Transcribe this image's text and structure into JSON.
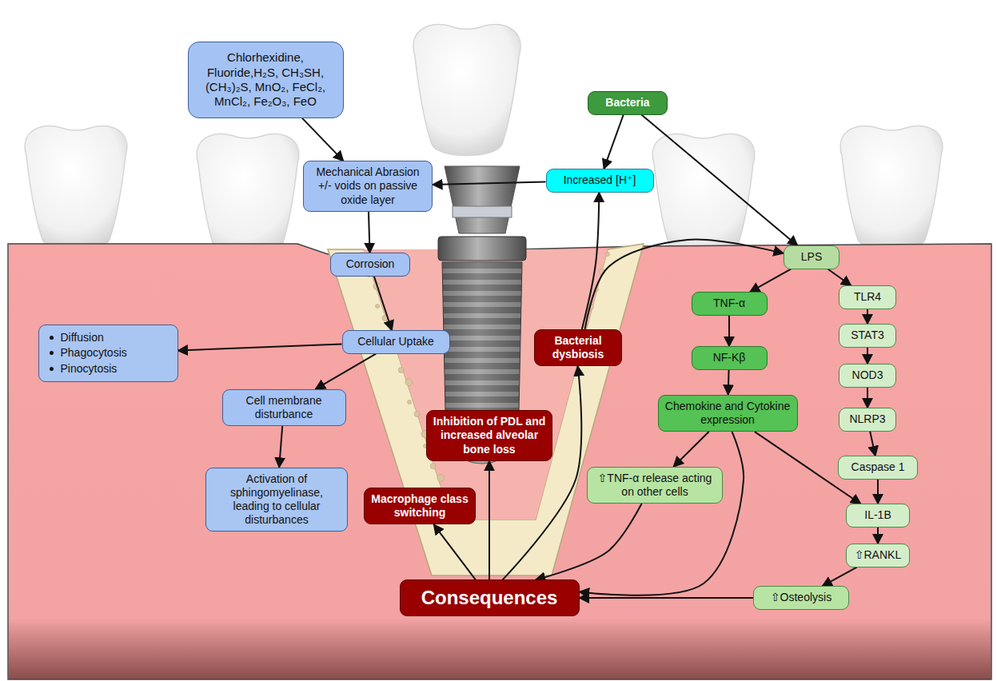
{
  "diagram": {
    "nodes": [
      {
        "text": [
          "Chlorhexidine, Fluoride,H₂S, CH₃SH, (CH₃)₂S, MnO₂, FeCl₂, MnCl₂, Fe₂O₃, FeO"
        ]
      },
      {
        "text": [
          "Bacteria"
        ]
      },
      {
        "text": [
          "Mechanical Abrasion +/- voids on passive oxide layer"
        ]
      },
      {
        "text": [
          "Increased [H⁺]"
        ]
      },
      {
        "text": [
          "Corrosion"
        ]
      },
      {
        "text": [
          "LPS"
        ]
      },
      {
        "text": [
          "TNF-α"
        ]
      },
      {
        "text": [
          "TLR4"
        ]
      },
      {
        "text": [
          "Diffusion",
          "Phagocytosis",
          "Pinocytosis"
        ]
      },
      {
        "text": [
          "Cellular Uptake"
        ]
      },
      {
        "text": [
          "Bacterial dysbiosis"
        ]
      },
      {
        "text": [
          "NF-Kβ"
        ]
      },
      {
        "text": [
          "STAT3"
        ]
      },
      {
        "text": [
          "NOD3"
        ]
      },
      {
        "text": [
          "Cell membrane disturbance"
        ]
      },
      {
        "text": [
          "Chemokine and Cytokine expression"
        ]
      },
      {
        "text": [
          "NLRP3"
        ]
      },
      {
        "text": [
          "Inhibition of PDL and increased alveolar bone loss"
        ]
      },
      {
        "text": [
          "Caspase 1"
        ]
      },
      {
        "text": [
          "Activation of sphingomyelinase, leading to cellular disturbances"
        ]
      },
      {
        "text": [
          "⇧TNF-α release acting on other cells"
        ]
      },
      {
        "text": [
          "Macrophage class switching"
        ]
      },
      {
        "text": [
          "IL-1B"
        ]
      },
      {
        "text": [
          "⇧RANKL"
        ]
      },
      {
        "text": [
          "Consequences"
        ]
      },
      {
        "text": [
          "⇧Osteolysis"
        ]
      }
    ],
    "edges": [
      {
        "from": 0,
        "to": 2,
        "arrow": "to"
      },
      {
        "from": 1,
        "to": 3,
        "arrow": "to"
      },
      {
        "from": 1,
        "to": 5,
        "arrow": "to"
      },
      {
        "from": 3,
        "to": 2,
        "arrow": "to"
      },
      {
        "from": 2,
        "to": 4,
        "arrow": "to"
      },
      {
        "from": 4,
        "to": 9,
        "arrow": "to"
      },
      {
        "from": 9,
        "to": 8,
        "arrow": "to"
      },
      {
        "from": 9,
        "to": 14,
        "arrow": "to"
      },
      {
        "from": 14,
        "to": 19,
        "arrow": "to"
      },
      {
        "from": 5,
        "to": 6,
        "arrow": "to"
      },
      {
        "from": 5,
        "to": 7,
        "arrow": "to"
      },
      {
        "from": 6,
        "to": 11,
        "arrow": "to"
      },
      {
        "from": 11,
        "to": 15,
        "arrow": "to"
      },
      {
        "from": 15,
        "to": 20,
        "arrow": "to"
      },
      {
        "from": 15,
        "to": 22,
        "arrow": "to"
      },
      {
        "from": 15,
        "to": 24,
        "arrow": "to"
      },
      {
        "from": 20,
        "to": 24,
        "arrow": "to"
      },
      {
        "from": 7,
        "to": 12,
        "arrow": "to"
      },
      {
        "from": 12,
        "to": 13,
        "arrow": "to"
      },
      {
        "from": 13,
        "to": 16,
        "arrow": "to"
      },
      {
        "from": 16,
        "to": 18,
        "arrow": "to"
      },
      {
        "from": 18,
        "to": 22,
        "arrow": "to"
      },
      {
        "from": 22,
        "to": 23,
        "arrow": "to"
      },
      {
        "from": 23,
        "to": 25,
        "arrow": "to"
      },
      {
        "from": 25,
        "to": 24,
        "arrow": "to"
      },
      {
        "from": 24,
        "to": 21,
        "arrow": "to"
      },
      {
        "from": 24,
        "to": 17,
        "arrow": "to"
      },
      {
        "from": 24,
        "to": 10,
        "arrow": "to"
      },
      {
        "from": 10,
        "to": 3,
        "arrow": "to"
      },
      {
        "from": 10,
        "to": 5,
        "arrow": "to"
      }
    ]
  }
}
